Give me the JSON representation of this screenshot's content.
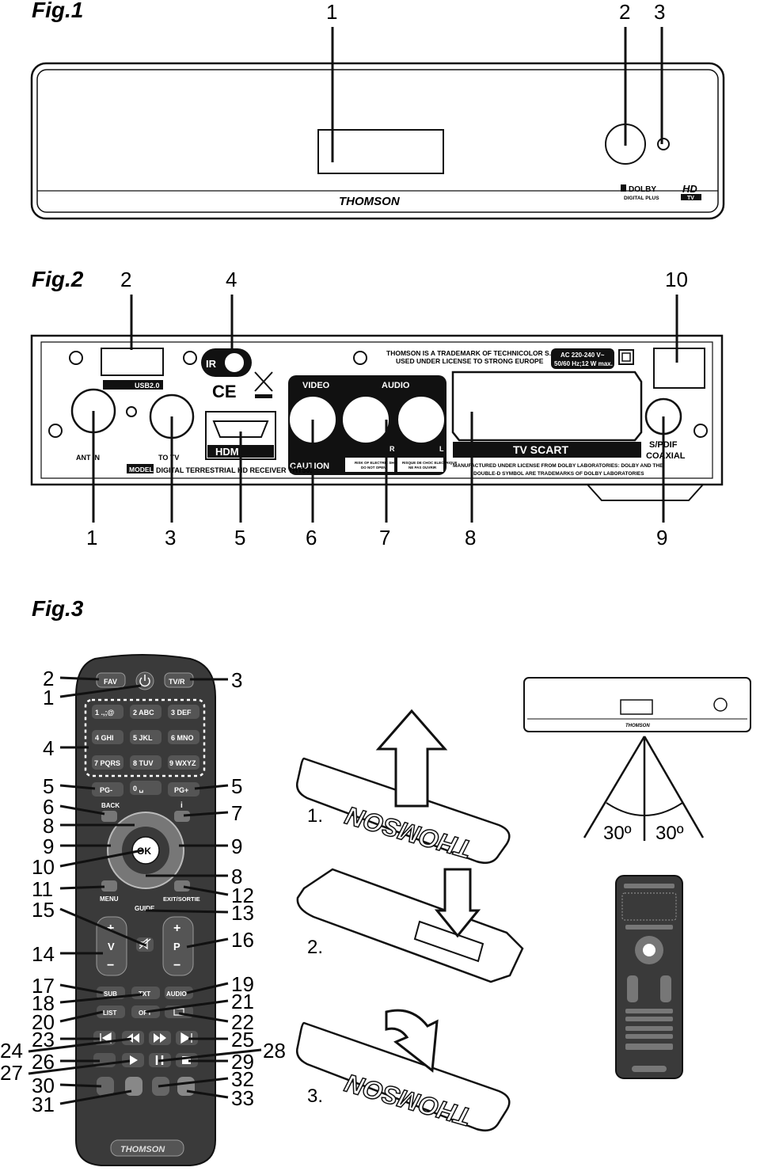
{
  "fig1": {
    "title": "Fig.1",
    "callouts": [
      "1",
      "2",
      "3"
    ],
    "brand": "THOMSON",
    "dolby_top": "DOLBY",
    "dolby_bottom": "DIGITAL PLUS",
    "hd": "HD",
    "tv": "TV"
  },
  "fig2": {
    "title": "Fig.2",
    "top_callouts": [
      "2",
      "4",
      "10"
    ],
    "bottom_callouts": [
      "1",
      "3",
      "5",
      "6",
      "7",
      "8",
      "9"
    ],
    "ir": "IR",
    "usb": "USB2.0",
    "video": "VIDEO",
    "audio": "AUDIO",
    "audio_r": "R",
    "audio_l": "L",
    "trademark_line1": "THOMSON IS A TRADEMARK OF TECHNICOLOR S.A.",
    "trademark_line2": "USED UNDER LICENSE TO STRONG EUROPE",
    "power_line1": "AC 220-240 V~",
    "power_line2": "50/60 Hz;12 W max.",
    "ce": "CE",
    "hdmi": "HDMI",
    "ant_in": "ANT IN",
    "to_tv": "TO TV",
    "model_label": "MODEL",
    "model_text": "DIGITAL TERRESTRIAL HD RECEIVER THT501",
    "caution": "CAUTION",
    "caution_small1": "RISK OF ELECTRIC SHOCK",
    "caution_small2": "DO NOT OPEN",
    "risque1": "RISQUE DE CHOC ELECTRIQUE",
    "risque2": "NE PAS OUVRIR",
    "tv_scart": "TV SCART",
    "dolby_line1": "MANUFACTURED UNDER LICENSE FROM DOLBY LABORATORIES: DOLBY AND THE",
    "dolby_line2": "DOUBLE-D SYMBOL ARE TRADEMARKS OF DOLBY LABORATORIES",
    "spdif1": "S/PDIF",
    "spdif2": "COAXIAL"
  },
  "fig3": {
    "title": "Fig.3",
    "left_callouts": [
      "2",
      "1",
      "4",
      "5",
      "6",
      "8",
      "9",
      "10",
      "11",
      "15",
      "14",
      "17",
      "18",
      "20",
      "23",
      "24",
      "26",
      "27",
      "30",
      "31"
    ],
    "right_callouts": [
      "3",
      "5",
      "7",
      "9",
      "8",
      "12",
      "13",
      "16",
      "19",
      "21",
      "22",
      "25",
      "28",
      "29",
      "32",
      "33"
    ],
    "buttons": {
      "fav": "FAV",
      "tvr": "TV/R",
      "keys": [
        "1 .,;@",
        "2 ABC",
        "3 DEF",
        "4 GHI",
        "5 JKL",
        "6 MNO",
        "7 PQRS",
        "8 TUV",
        "9 WXYZ",
        "0 ␣"
      ],
      "pgminus": "PG-",
      "pgplus": "PG+",
      "back": "BACK",
      "info": "i",
      "ok": "OK",
      "menu": "MENU",
      "exit": "EXIT/SORTIE",
      "guide": "GUIDE",
      "vplus": "+",
      "v": "V",
      "vminus": "−",
      "pplus": "+",
      "p": "P",
      "pminus": "−",
      "sub": "SUB",
      "txt": "TXT",
      "audio": "AUDIO",
      "list": "LIST",
      "opt": "OPT",
      "brand": "THOMSON"
    },
    "steps": [
      "1.",
      "2.",
      "3."
    ],
    "battery_brand": "THOMSON",
    "angle_left": "30º",
    "angle_right": "30º",
    "stb_brand": "THOMSON"
  }
}
